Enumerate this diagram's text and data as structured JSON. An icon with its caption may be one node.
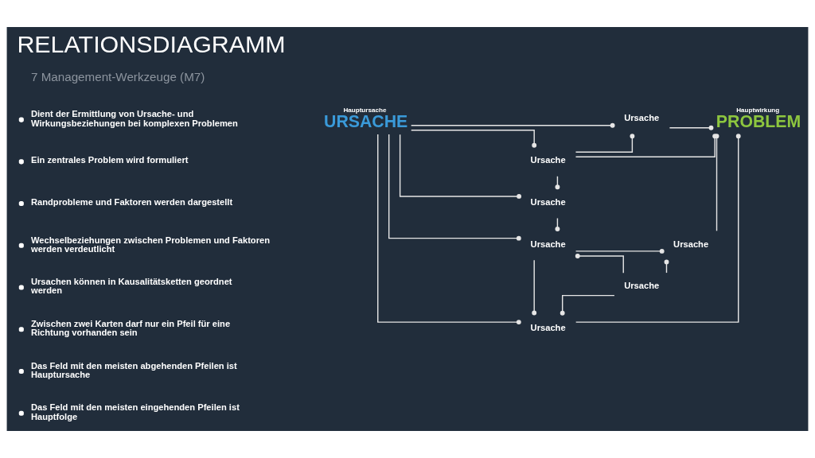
{
  "diagram": {
    "title": "RELATIONSDIAGRAMM",
    "nodes": [
      {
        "text": [
          "Hauptursache",
          "URSACHE"
        ]
      },
      {
        "text": [
          "Ursache"
        ]
      },
      {
        "text": [
          "Hauptwirkung",
          "PROBLEM"
        ]
      },
      {
        "text": [
          "Ursache"
        ]
      },
      {
        "text": [
          "Ursache"
        ]
      },
      {
        "text": [
          "Ursache"
        ]
      },
      {
        "text": [
          "Ursache"
        ]
      },
      {
        "text": [
          "Ursache"
        ]
      },
      {
        "text": [
          "Ursache"
        ]
      }
    ],
    "edges": [
      {
        "from": 0,
        "to": 1,
        "arrow": "other"
      },
      {
        "from": 1,
        "to": 2,
        "arrow": "other"
      },
      {
        "from": 3,
        "to": 1,
        "arrow": "other"
      },
      {
        "from": 0,
        "to": 3,
        "arrow": "other"
      },
      {
        "from": 3,
        "to": 2,
        "arrow": "other"
      },
      {
        "from": 0,
        "to": 4,
        "arrow": "other"
      },
      {
        "from": 3,
        "to": 4,
        "arrow": "other"
      },
      {
        "from": 0,
        "to": 5,
        "arrow": "other"
      },
      {
        "from": 4,
        "to": 5,
        "arrow": "other"
      },
      {
        "from": 5,
        "to": 6,
        "arrow": "other"
      },
      {
        "from": 6,
        "to": 2,
        "arrow": "other"
      },
      {
        "from": 7,
        "to": 5,
        "arrow": "other"
      },
      {
        "from": 7,
        "to": 8,
        "arrow": "other"
      },
      {
        "from": 5,
        "to": 8,
        "arrow": "other"
      },
      {
        "from": 7,
        "to": 6,
        "arrow": "other"
      },
      {
        "from": 8,
        "to": 2,
        "arrow": "other"
      },
      {
        "from": 0,
        "to": 8,
        "arrow": "other"
      }
    ],
    "labels": [
      "7 Management-Werkzeuge (M7)",
      "Dient der Ermittlung von Ursache- und Wirkungsbeziehungen bei komplexen Problemen",
      "Ein zentrales Problem wird formuliert",
      "Randprobleme und Faktoren werden dargestellt",
      "Wechselbeziehungen zwischen Problemen und Faktoren werden verdeutlicht",
      "Ursachen können in Kausalitätsketten geordnet werden",
      "Zwischen zwei Karten darf nur ein Pfeil für eine Richtung vorhanden sein",
      "Das Feld mit den meisten abgehenden Pfeilen ist Hauptursache",
      "Das Feld mit den meisten eingehenden Pfeilen ist Hauptfolge"
    ]
  }
}
